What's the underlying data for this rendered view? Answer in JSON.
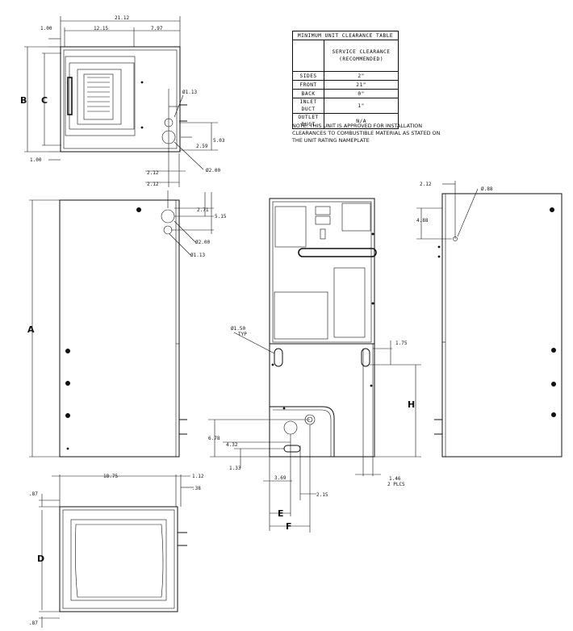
{
  "clearance_table": {
    "title": "MINIMUM UNIT CLEARANCE TABLE",
    "column_header": "SERVICE CLEARANCE (RECOMMENDED)",
    "rows": [
      {
        "label": "SIDES",
        "value": "2\""
      },
      {
        "label": "FRONT",
        "value": "21\""
      },
      {
        "label": "BACK",
        "value": "0\""
      },
      {
        "label": "INLET DUCT",
        "value": "1\""
      },
      {
        "label": "OUTLET DUCT",
        "value": "N/A"
      }
    ]
  },
  "note": "NOTE: THIS UNIT IS APPROVED FOR INSTALLATION CLEARANCES TO COMBUSTIBLE MATERIAL AS STATED ON THE UNIT RATING NAMEPLATE",
  "top_view": {
    "overall_width": "21.12",
    "left_width": "12.15",
    "right_width": "7.97",
    "top_offset": "1.00",
    "bottom_offset": "1.00",
    "label_b": "B",
    "label_c": "C",
    "hole_small": "Ø1.13",
    "hole_large": "Ø2.00",
    "dim_503": "5.03",
    "dim_259": "2.59",
    "dim_212": "2.12"
  },
  "front_view": {
    "dim_212": "2.12",
    "dim_271": "2.71",
    "dim_515": "5.15",
    "hole_large": "Ø2.00",
    "hole_small": "Ø1.13",
    "label_a": "A"
  },
  "rear_view": {
    "knockout": "Ø1.50",
    "knockout_note": "TYP",
    "dim_175": "1.75",
    "label_h": "H",
    "dim_678": "6.78",
    "dim_432": "4.32",
    "dim_133": "1.33",
    "dim_369": "3.69",
    "dim_215": "2.15",
    "dim_146": "1.46",
    "dim_146_note": "2 PLCS",
    "label_e": "E",
    "label_f": "F"
  },
  "side_view": {
    "dim_212": "2.12",
    "hole": "Ø.88",
    "dim_488": "4.88"
  },
  "bottom_view": {
    "dim_87_top": ".87",
    "dim_1875": "18.75",
    "dim_112": "1.12",
    "dim_38": ".38",
    "label_d": "D",
    "dim_87_bottom": ".87"
  }
}
